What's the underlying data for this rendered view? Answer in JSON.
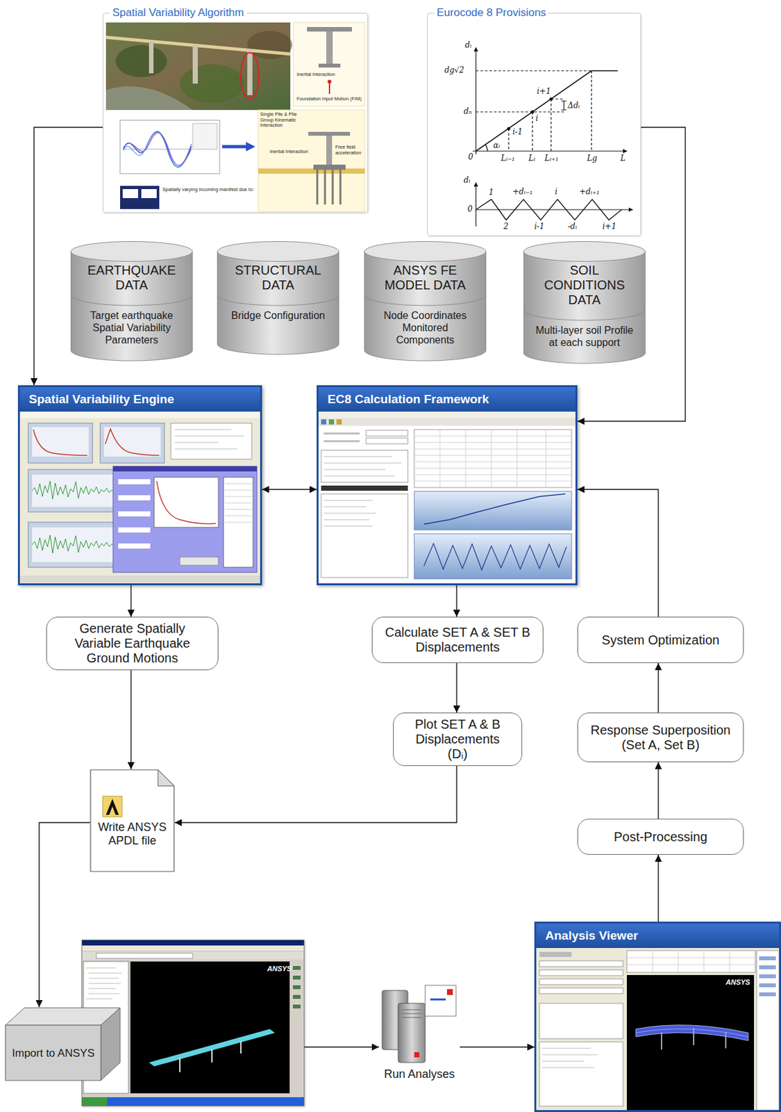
{
  "diagram": {
    "nodes": [
      {
        "text": [
          "Spatial Variability Algorithm"
        ]
      },
      {
        "text": [
          "Eurocode 8 Provisions"
        ]
      },
      {
        "text": [
          "EARTHQUAKE DATA",
          "Target earthquake Spatial Variability Parameters"
        ]
      },
      {
        "text": [
          "STRUCTURAL DATA",
          "Bridge Configuration"
        ]
      },
      {
        "text": [
          "ANSYS FE MODEL DATA",
          "Node Coordinates Monitored Components"
        ]
      },
      {
        "text": [
          "SOIL CONDITIONS DATA",
          "Multi-layer soil Profile at each support"
        ]
      },
      {
        "text": [
          "Spatial Variability Engine"
        ]
      },
      {
        "text": [
          "EC8 Calculation Framework"
        ]
      },
      {
        "text": [
          "Generate Spatially Variable Earthquake Ground Motions"
        ]
      },
      {
        "text": [
          "Calculate SET A & SET B Displacements"
        ]
      },
      {
        "text": [
          "System Optimization"
        ]
      },
      {
        "text": [
          "Plot SET A & B Displacements (Dᵢ)"
        ]
      },
      {
        "text": [
          "Response Superposition (Set A, Set B)"
        ]
      },
      {
        "text": [
          "Write ANSYS APDL file"
        ]
      },
      {
        "text": [
          "Post-Processing"
        ]
      },
      {
        "text": [
          "Analysis Viewer"
        ]
      },
      {
        "text": [
          "ANSYS"
        ]
      },
      {
        "text": [
          "Import to ANSYS"
        ]
      },
      {
        "text": [
          "Run Analyses"
        ]
      }
    ],
    "edges": [
      {
        "from": 0,
        "to": 6,
        "arrow": "to"
      },
      {
        "from": 1,
        "to": 7,
        "arrow": "to"
      },
      {
        "from": 6,
        "to": 7,
        "arrow": "both"
      },
      {
        "from": 6,
        "to": 8,
        "arrow": "to"
      },
      {
        "from": 7,
        "to": 9,
        "arrow": "to"
      },
      {
        "from": 9,
        "to": 11,
        "arrow": "to"
      },
      {
        "from": 8,
        "to": 13,
        "arrow": "to"
      },
      {
        "from": 11,
        "to": 13,
        "arrow": "to"
      },
      {
        "from": 13,
        "to": 17,
        "arrow": "to"
      },
      {
        "from": 16,
        "to": 18,
        "arrow": "to"
      },
      {
        "from": 18,
        "to": 15,
        "arrow": "to"
      },
      {
        "from": 15,
        "to": 14,
        "arrow": "to"
      },
      {
        "from": 14,
        "to": 12,
        "arrow": "to"
      },
      {
        "from": 12,
        "to": 10,
        "arrow": "to"
      },
      {
        "from": 10,
        "to": 7,
        "arrow": "to"
      }
    ],
    "labels": [
      "Foundation Input Motion (FIM)",
      "Inertial Interaction",
      "Single Pile & Pile Group Kinematic Interaction",
      "Inertial Interaction",
      "Free field acceleration",
      "Spatially varying incoming manifest due to:",
      "dᵢ",
      "dg√2",
      "dₙ",
      "Δdᵢ",
      "αᵢ",
      "i-1",
      "i",
      "i+1",
      "0",
      "Lᵢ₋₁",
      "Lᵢ",
      "Lᵢ₊₁",
      "Lg",
      "L",
      "dᵢ",
      "0",
      "1",
      "2",
      "+dᵢ₋₁",
      "i-1",
      "i",
      "i+1",
      "+dᵢ₊₁",
      "-dᵢ",
      "ANSYS"
    ]
  }
}
